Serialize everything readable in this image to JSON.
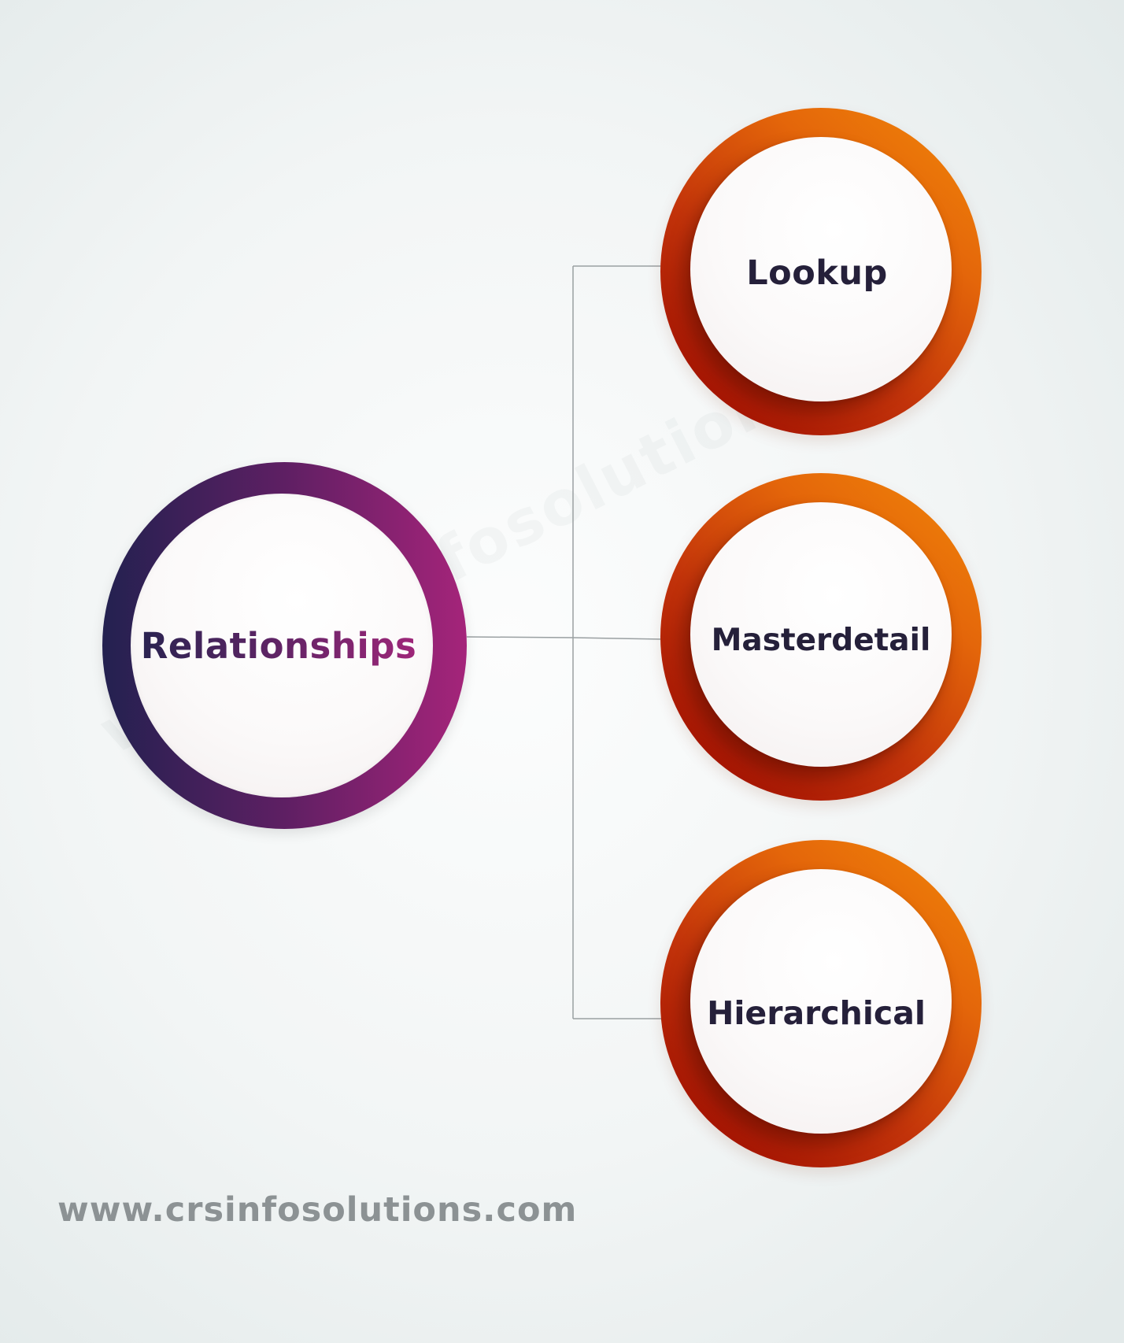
{
  "diagram": {
    "root": {
      "label": "Relationships"
    },
    "children": [
      {
        "label": "Lookup"
      },
      {
        "label": "Masterdetail"
      },
      {
        "label": "Hierarchical"
      }
    ]
  },
  "watermark": {
    "text": "www.crsinfosolutions.com"
  },
  "footer": {
    "text": "www.crsinfosolutions.com"
  },
  "colors": {
    "root_ring_start": "#232150",
    "root_ring_end": "#a5247a",
    "child_ring_start": "#970600",
    "child_ring_end": "#f28808",
    "label_text": "#25203a",
    "footer_text": "#8c9294",
    "connector": "#9aa0a2"
  }
}
